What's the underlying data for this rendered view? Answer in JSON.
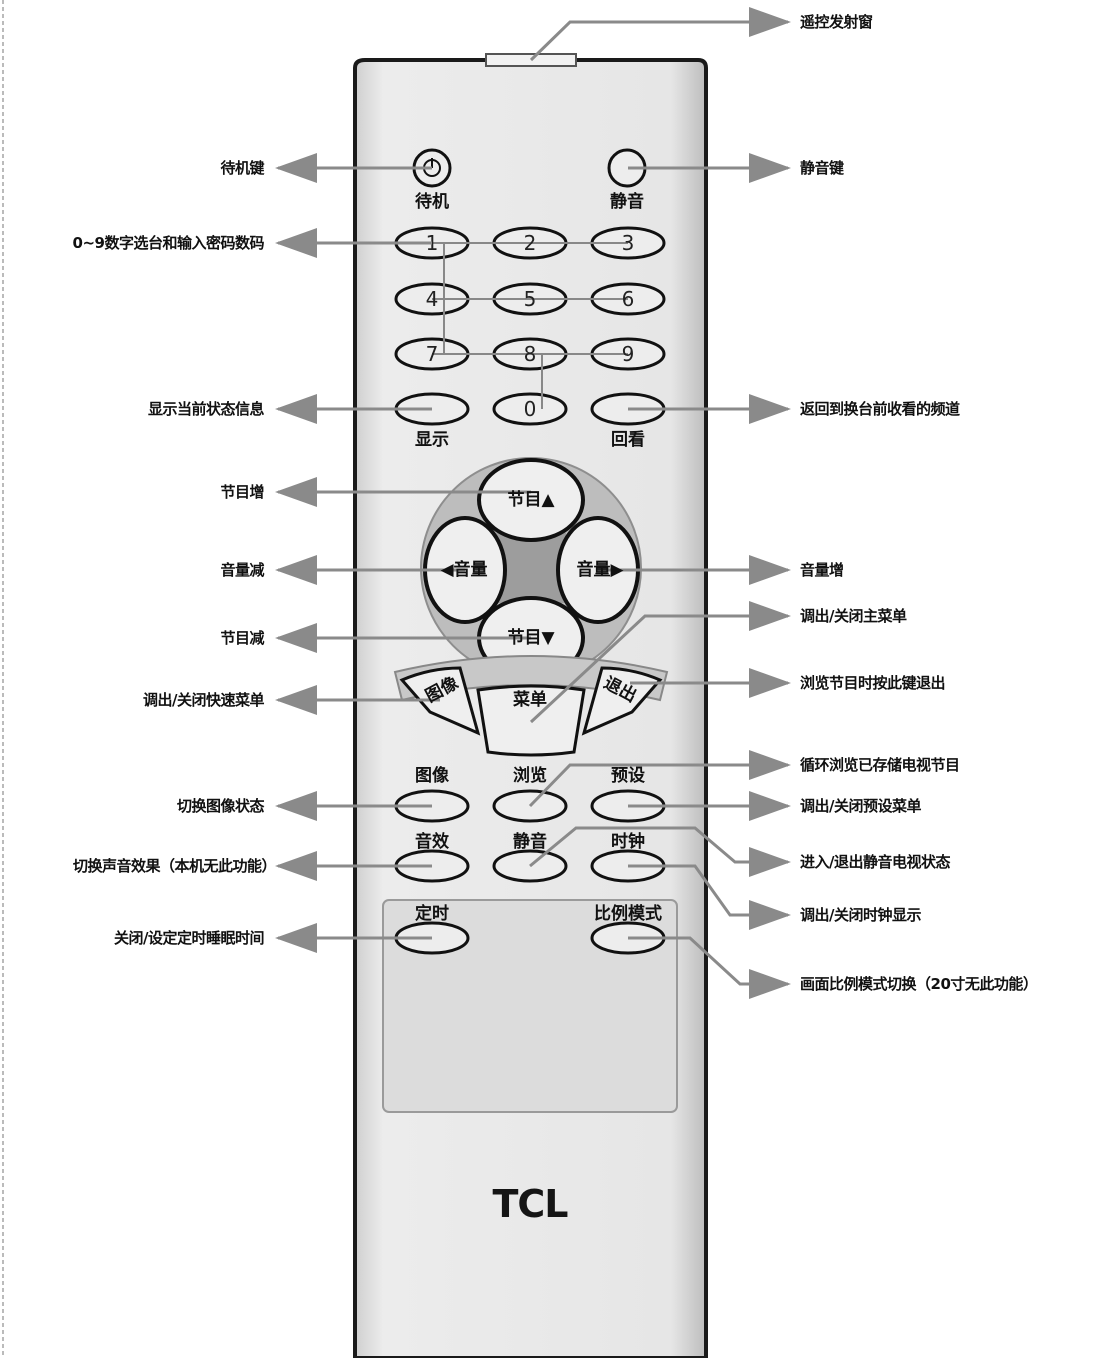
{
  "brand": "TCL",
  "buttons": {
    "standby": "待机",
    "mute": "静音",
    "digits": [
      "1",
      "2",
      "3",
      "4",
      "5",
      "6",
      "7",
      "8",
      "9",
      "0"
    ],
    "display": "显示",
    "recall": "回看",
    "prog_up": "节目▲",
    "prog_down": "节目▼",
    "vol_down": "◀音量",
    "vol_up": "音量▶",
    "menu_left": "图像",
    "menu": "菜单",
    "menu_right": "退出",
    "picture": "图像",
    "browse": "浏览",
    "preset": "预设",
    "sound_effect": "音效",
    "mute_tv": "静音",
    "clock": "时钟",
    "timer": "定时",
    "aspect": "比例模式"
  },
  "annotations": {
    "ir_emitter": "遥控发射窗",
    "standby_key": "待机键",
    "mute_key": "静音键",
    "digit_keys": "0~9数字选台和输入密码数码",
    "display_info": "显示当前状态信息",
    "recall_channel": "返回到换台前收看的频道",
    "prog_up": "节目增",
    "vol_down": "音量减",
    "vol_up": "音量增",
    "main_menu": "调出/关闭主菜单",
    "prog_down": "节目减",
    "exit_browse": "浏览节目时按此键退出",
    "picture_menu": "调出/关闭快速菜单",
    "cycle_browse": "循环浏览已存储电视节目",
    "picture_mode": "切换图像状态",
    "preset_menu": "调出/关闭预设菜单",
    "sound_mode": "切换声音效果（本机无此功能）",
    "mute_tv_mode": "进入/退出静音电视状态",
    "clock_display": "调出/关闭时钟显示",
    "sleep_timer": "关闭/设定定时睡眠时间",
    "aspect_mode": "画面比例模式切换（20寸无此功能）"
  },
  "colors": {
    "body": "#e3e3e3",
    "body_edge": "#1a1a1a",
    "button": "#ededed",
    "dpad_ring": "#bdbdbd",
    "leader": "#8a8a8a"
  }
}
